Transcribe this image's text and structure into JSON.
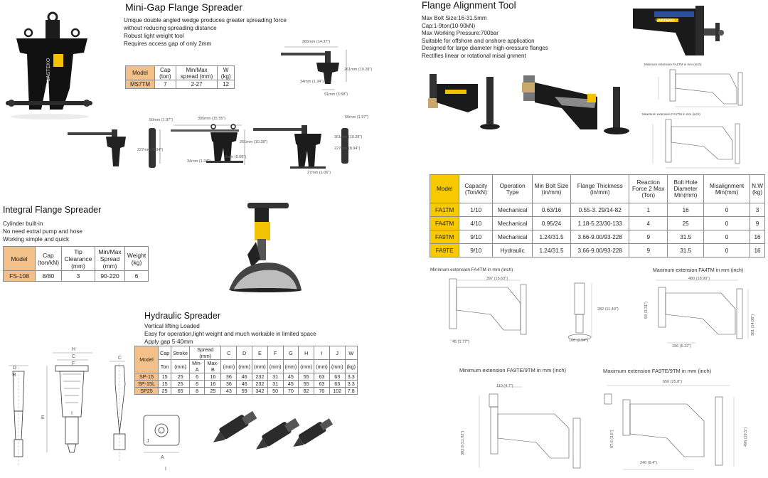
{
  "mini_gap": {
    "title": "Mini-Gap Flange Spreader",
    "desc": [
      "Unique double angled wedge produces greater spreading force",
      "without reducing spreading distance",
      "Robust light weight tool",
      "Requires access gap of only 2mm"
    ],
    "headers": [
      "Model",
      "Cap (ton)",
      "Min/Max spread (mm)",
      "W (kg)"
    ],
    "row": [
      "MS7TM",
      "7",
      "2-27",
      "12"
    ],
    "dims": [
      "365mm (14.37\")",
      "261mm (10.28\")",
      "34mm (1.34\")",
      "91mm (3.58\")",
      "50mm (1.97\")",
      "395mm (15.55\")",
      "227mm (8.94\")",
      "261mm (10.28\")",
      "34mm (1.34\")",
      "2mm (0.08\")",
      "261mm (10.28\")",
      "50mm (1.97\")",
      "227mm (8.94\")",
      "27mm (1.06\")"
    ],
    "brand": "LASTEKO"
  },
  "integral": {
    "title": "Integral Flange Spreader",
    "desc": [
      "Cylinder built-in",
      "No need extral pump and hose",
      "Working simple and quick"
    ],
    "headers": [
      "Model",
      "Cap (ton/kN)",
      "Tip Clearance (mm)",
      "Min/Max Spread (mm)",
      "Weight (kg)"
    ],
    "row": [
      "FS-108",
      "8/80",
      "3",
      "90-220",
      "6"
    ]
  },
  "hydraulic": {
    "title": "Hydraulic Spreader",
    "desc": [
      "Vertical lifting Loaded",
      "Easy for operation,light weight and much workable in limited space",
      "Apply gap 5-40mm"
    ],
    "header1": [
      "Model",
      "Cap",
      "Stroke",
      "Spread (mm)",
      "C",
      "D",
      "E",
      "F",
      "G",
      "H",
      "I",
      "J",
      "W"
    ],
    "header2": [
      "Ton",
      "(mm)",
      "Min-A",
      "Max-B",
      "(mm)",
      "(mm)",
      "(mm)",
      "(mm)",
      "(mm)",
      "(mm)",
      "(mm)",
      "(mm)",
      "(kg)"
    ],
    "rows": [
      [
        "SP-15",
        "15",
        "25",
        "6",
        "16",
        "36",
        "46",
        "232",
        "31",
        "45",
        "55",
        "63",
        "63",
        "3.3"
      ],
      [
        "SP-15L",
        "15",
        "25",
        "6",
        "16",
        "36",
        "46",
        "232",
        "31",
        "45",
        "55",
        "63",
        "63",
        "3.3"
      ],
      [
        "SP25",
        "25",
        "65",
        "8",
        "25",
        "43",
        "59",
        "342",
        "50",
        "70",
        "82",
        "70",
        "102",
        "7.8"
      ]
    ],
    "letters": [
      "H",
      "C",
      "F",
      "D",
      "B",
      "E",
      "I",
      "C",
      "J",
      "A",
      "I"
    ]
  },
  "flange_tool": {
    "title": "Flange Alignment Tool",
    "desc": [
      "Max Bolt Size:16-31.5mm",
      "Cap:1-9ton(10-90kN)",
      "Max Working Pressure:700bar",
      "Suitable for offshore and onshore application",
      "Designed for large diameter high-oressure flanges",
      "Rectifies linear or rotational misal gnment"
    ],
    "headers": [
      "Model",
      "Capacity (Ton/kN)",
      "Operation Type",
      "Min Bolt Size (in/mm)",
      "Flange Thickness (in/mm)",
      "Reaction Force 2 Max (Ton)",
      "Bolt Hole Diameter Min(mm)",
      "Misalignment Min(mm)",
      "N.W (kg)"
    ],
    "rows": [
      [
        "FA1TM",
        "1/10",
        "Mechanical",
        "0.63/16",
        "0.55-3. 29/14-82",
        "1",
        "16",
        "0",
        "3"
      ],
      [
        "FA4TM",
        "4/10",
        "Mechanical",
        "0.95/24",
        "1.18-5.23/30-133",
        "4",
        "25",
        "0",
        "9"
      ],
      [
        "FA9TM",
        "9/10",
        "Mechanical",
        "1.24/31.5",
        "3.66-9.00/93-228",
        "9",
        "31.5",
        "0",
        "16"
      ],
      [
        "FA9TE",
        "9/10",
        "Hydraulic",
        "1.24/31.5",
        "3.66-9.00/93-228",
        "9",
        "31.5",
        "0",
        "16"
      ]
    ],
    "small_captions": [
      "Minimum extension FA1TM in mm (inch)",
      "Maximum extension FA1TM in mm (inch)"
    ],
    "fa4_min": "Minimum extension FA4TM in mm (inch)",
    "fa4_max": "Maximum extension FA4TM in mm (inch)",
    "fa9_min": "Minimum extension FA9TE/9TM in mm (inch)",
    "fa9_max": "Maximum extension FA9TE/9TM in mm (inch)",
    "fa4_dims": [
      "397 (15.63\")",
      "45 (1.77\")",
      "282 (11.49\")",
      "100 (3.94\")",
      "480 (18.90\")",
      "84 (3.31\")",
      "156 (6.22\")",
      "361 (14.06\")"
    ],
    "fa9_dims": [
      "110 (4.7\")",
      "302.8 (11.92\")",
      "656 (25.8\")",
      "87.6 (3.5\")",
      "240 (9.4\")",
      "496 (19.5\")"
    ]
  }
}
